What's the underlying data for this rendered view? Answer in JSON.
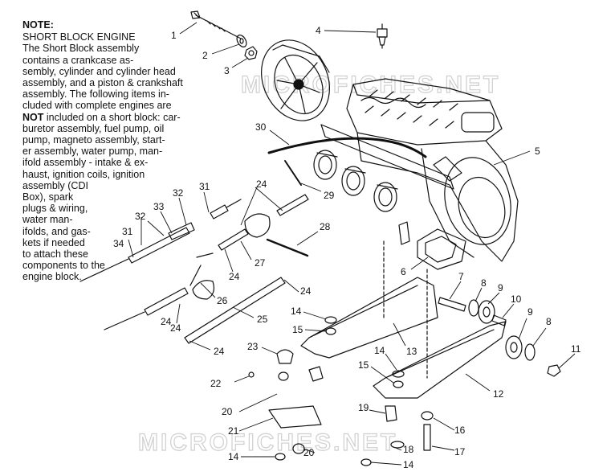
{
  "note": {
    "title": "NOTE:",
    "lines": [
      "SHORT BLOCK ENGINE",
      "The Short Block assembly",
      "contains a crankcase as-",
      "sembly, cylinder and cylinder head",
      "assembly, and a piston & crankshaft",
      "assembly.  The following items in-",
      "cluded with complete engines are",
      "NOT included on a short block:  car-",
      "buretor assembly, fuel pump, oil",
      "pump, magneto assembly, start-",
      "er assembly, water pump, man-",
      "ifold assembly - intake & ex-",
      "haust, ignition coils, ignition",
      "assembly (CDI",
      "Box), spark",
      "plugs & wiring,",
      "water man-",
      "ifolds, and gas-",
      "kets if needed",
      "to attach these",
      "components to the",
      "engine block."
    ]
  },
  "watermark": "MICROFICHES.NET",
  "callouts": [
    "1",
    "2",
    "3",
    "4",
    "5",
    "6",
    "7",
    "8",
    "9",
    "10",
    "9",
    "8",
    "11",
    "12",
    "13",
    "14",
    "15",
    "14",
    "15",
    "16",
    "17",
    "18",
    "14",
    "19",
    "20",
    "20",
    "21",
    "22",
    "23",
    "14",
    "24",
    "24",
    "24",
    "24",
    "24",
    "24",
    "25",
    "26",
    "27",
    "28",
    "29",
    "30",
    "31",
    "31",
    "32",
    "32",
    "33",
    "34"
  ]
}
